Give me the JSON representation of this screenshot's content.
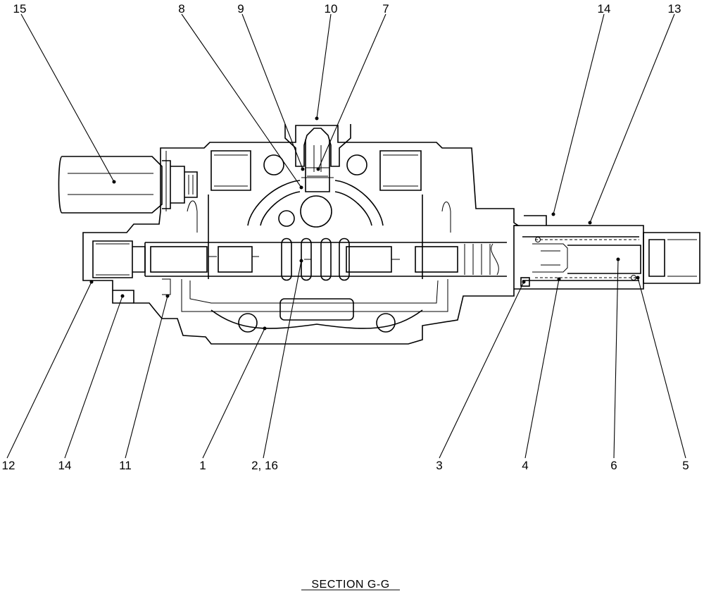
{
  "figure": {
    "caption": "SECTION G-G",
    "callouts": [
      {
        "id": "c15",
        "label": "15"
      },
      {
        "id": "c8",
        "label": "8"
      },
      {
        "id": "c9",
        "label": "9"
      },
      {
        "id": "c10",
        "label": "10"
      },
      {
        "id": "c7",
        "label": "7"
      },
      {
        "id": "c14t",
        "label": "14"
      },
      {
        "id": "c13",
        "label": "13"
      },
      {
        "id": "c12",
        "label": "12"
      },
      {
        "id": "c14b",
        "label": "14"
      },
      {
        "id": "c11",
        "label": "11"
      },
      {
        "id": "c1",
        "label": "1"
      },
      {
        "id": "c2_16",
        "label": "2, 16"
      },
      {
        "id": "c3",
        "label": "3"
      },
      {
        "id": "c4",
        "label": "4"
      },
      {
        "id": "c6",
        "label": "6"
      },
      {
        "id": "c5",
        "label": "5"
      }
    ]
  }
}
